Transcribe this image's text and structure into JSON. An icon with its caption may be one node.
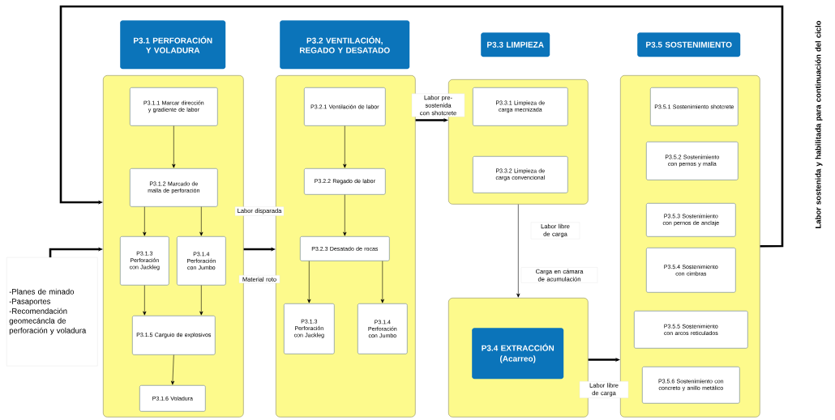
{
  "diagram": {
    "nodes": [
      {
        "text": [
          "P3.1 PERFORACIÓN Y VOLADURA"
        ]
      },
      {
        "text": [],
        "shape": "box"
      },
      {
        "text": [
          "P3.1.1 Marcar dirección y gradiente de labor"
        ],
        "in": 1
      },
      {
        "text": [
          "P3.1.2 Marcado de malla de perforación"
        ],
        "in": 1
      },
      {
        "text": [
          "P3.1.3 Perforación con Jackleg"
        ],
        "in": 1
      },
      {
        "text": [
          "P3.1.4 Perforación con Jumbo"
        ],
        "in": 1
      },
      {
        "text": [
          "P3.1.5 Carguio de explosivos"
        ],
        "in": 1
      },
      {
        "text": [
          "P3.1.6 Voladura"
        ],
        "in": 1
      },
      {
        "text": [
          "P3.2 VENTILACIÓN, REGADO Y DESATADO"
        ]
      },
      {
        "text": [],
        "shape": "box"
      },
      {
        "text": [
          "P3.2.1 Ventilación de labor"
        ],
        "in": 9
      },
      {
        "text": [
          "P3.2.2 Regado de labor"
        ],
        "in": 9
      },
      {
        "text": [
          "P3.2.3 Desatado de rocas"
        ],
        "in": 9
      },
      {
        "text": [
          "P3.1.3 Perforación con Jackleg"
        ],
        "in": 9
      },
      {
        "text": [
          "P3.1.4 Perforación con Jumbo"
        ],
        "in": 9
      },
      {
        "text": [
          "P3.3 LIMPIEZA"
        ]
      },
      {
        "text": [],
        "shape": "box"
      },
      {
        "text": [
          "P3.3.1 Limpieza de carga mecnizada"
        ],
        "in": 16
      },
      {
        "text": [
          "P3.3.2 Limpieza de carga convencional"
        ],
        "in": 16
      },
      {
        "text": [],
        "shape": "box"
      },
      {
        "text": [
          "P3.4 EXTRACCIÓN (Acarreo)"
        ],
        "in": 19
      },
      {
        "text": [
          "P3.5 SOSTENIMIENTO"
        ]
      },
      {
        "text": [],
        "shape": "box"
      },
      {
        "text": [
          "P3.5.1 Sostenimiento shotcrete"
        ],
        "in": 22
      },
      {
        "text": [
          "P3.5.2 Sostenimiento con pernos y malla"
        ],
        "in": 22
      },
      {
        "text": [
          "P3.5.3 Sostenimiento con pernos de anclaje"
        ],
        "in": 22
      },
      {
        "text": [
          "P3.5.4 Sostenimiento con cimbras"
        ],
        "in": 22
      },
      {
        "text": [
          "P3.5.5 Sostenimiento con arcos reticulados"
        ],
        "in": 22
      },
      {
        "text": [
          "P3.5.6 Sostenimiento con concreto y anillo metálico"
        ],
        "in": 22
      },
      {
        "text": [
          "-Planes de minado",
          "-Pasaportes",
          "-Recomendación geomecáncla de perforación y voladura"
        ]
      }
    ],
    "edges": [
      {
        "from": 2,
        "to": 3,
        "arrow": "to"
      },
      {
        "from": 3,
        "to": 4,
        "arrow": "to"
      },
      {
        "from": 3,
        "to": 5,
        "arrow": "to"
      },
      {
        "from": 4,
        "to": 6,
        "arrow": "to"
      },
      {
        "from": 5,
        "to": 6,
        "arrow": "to"
      },
      {
        "from": 6,
        "to": 7,
        "arrow": "to"
      },
      {
        "from": 10,
        "to": 11,
        "arrow": "to"
      },
      {
        "from": 11,
        "to": 12,
        "arrow": "to"
      },
      {
        "from": 12,
        "to": 13,
        "arrow": "to"
      },
      {
        "from": 12,
        "to": 14,
        "arrow": "to"
      },
      {
        "from": 29,
        "to": 1,
        "arrow": "to",
        "style": "thick"
      },
      {
        "from": 1,
        "to": 9,
        "arrow": "to",
        "style": "thick"
      },
      {
        "from": 9,
        "to": 16,
        "arrow": "to",
        "style": "thick"
      },
      {
        "from": 16,
        "to": 19,
        "arrow": "to"
      },
      {
        "from": 19,
        "to": 22,
        "arrow": "to",
        "style": "thick"
      },
      {
        "from": 22,
        "to": 1,
        "arrow": "to",
        "style": "thick"
      }
    ],
    "labels": [
      "Labor disparada",
      "Material roto",
      "Labor pre-sostenida con shotcrete",
      "Labor libre de carga",
      "Carga en cámara de acumulación",
      "Labor libre de carga",
      "Labor sostenida y habilitada para continuación del ciclo"
    ]
  }
}
